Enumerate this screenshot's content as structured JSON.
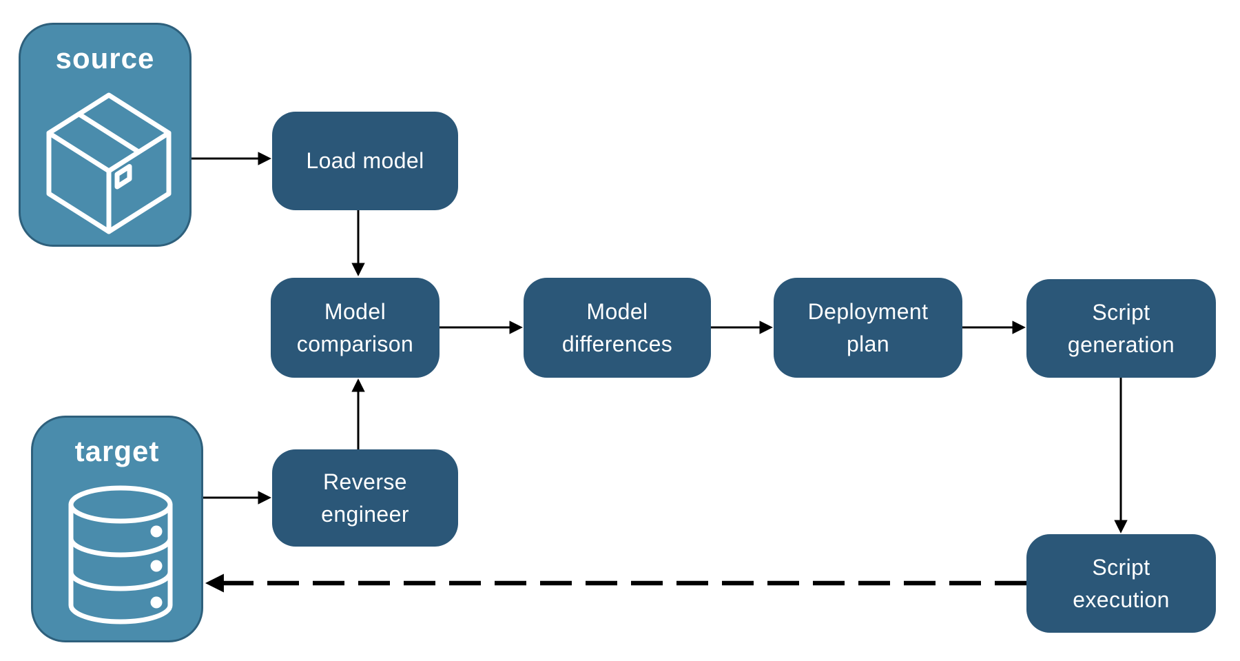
{
  "colors": {
    "node_fill": "#2B5778",
    "endpoint_fill": "#4A8CAC",
    "endpoint_border": "#2E607C",
    "label_color": "#FFFFFF",
    "arrow_color": "#000000",
    "icon_stroke": "#FFFFFF",
    "background": "#FFFFFF"
  },
  "endpoints": {
    "source": {
      "label": "source",
      "icon": "package-icon"
    },
    "target": {
      "label": "target",
      "icon": "database-icon"
    }
  },
  "nodes": {
    "load_model": {
      "label": "Load model"
    },
    "model_comparison": {
      "label": "Model\ncomparison"
    },
    "model_differences": {
      "label": "Model\ndifferences"
    },
    "deployment_plan": {
      "label": "Deployment\nplan"
    },
    "script_generation": {
      "label": "Script\ngeneration"
    },
    "reverse_engineer": {
      "label": "Reverse\nengineer"
    },
    "script_execution": {
      "label": "Script\nexecution"
    }
  }
}
